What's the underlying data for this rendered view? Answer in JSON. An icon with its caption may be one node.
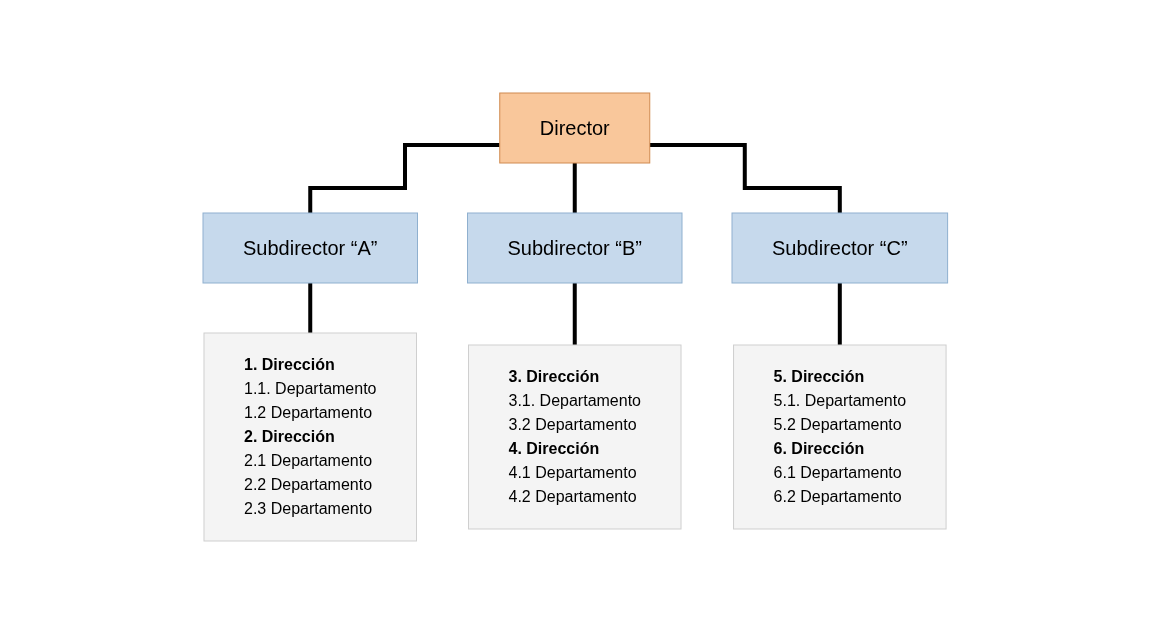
{
  "diagram": {
    "nodes": [
      {
        "text": [
          "Director"
        ]
      },
      {
        "text": [
          "Subdirector “A”"
        ]
      },
      {
        "text": [
          "Subdirector “B”"
        ]
      },
      {
        "text": [
          "Subdirector “C”"
        ]
      },
      {
        "text": [
          "1. Dirección",
          "1.1. Departamento",
          "1.2 Departamento",
          "2. Dirección",
          "2.1 Departamento",
          "2.2 Departamento",
          "2.3 Departamento"
        ]
      },
      {
        "text": [
          "3. Dirección",
          "3.1. Departamento",
          "3.2 Departamento",
          "4. Dirección",
          "4.1 Departamento",
          "4.2 Departamento"
        ]
      },
      {
        "text": [
          "5. Dirección",
          "5.1. Departamento",
          "5.2 Departamento",
          "6. Dirección",
          "6.1 Departamento",
          "6.2 Departamento"
        ]
      }
    ],
    "edges": [
      {
        "from": 0,
        "to": 1,
        "arrow": "none"
      },
      {
        "from": 0,
        "to": 2,
        "arrow": "none"
      },
      {
        "from": 0,
        "to": 3,
        "arrow": "none"
      },
      {
        "from": 1,
        "to": 4,
        "arrow": "none"
      },
      {
        "from": 2,
        "to": 5,
        "arrow": "none"
      },
      {
        "from": 3,
        "to": 6,
        "arrow": "none"
      }
    ]
  }
}
